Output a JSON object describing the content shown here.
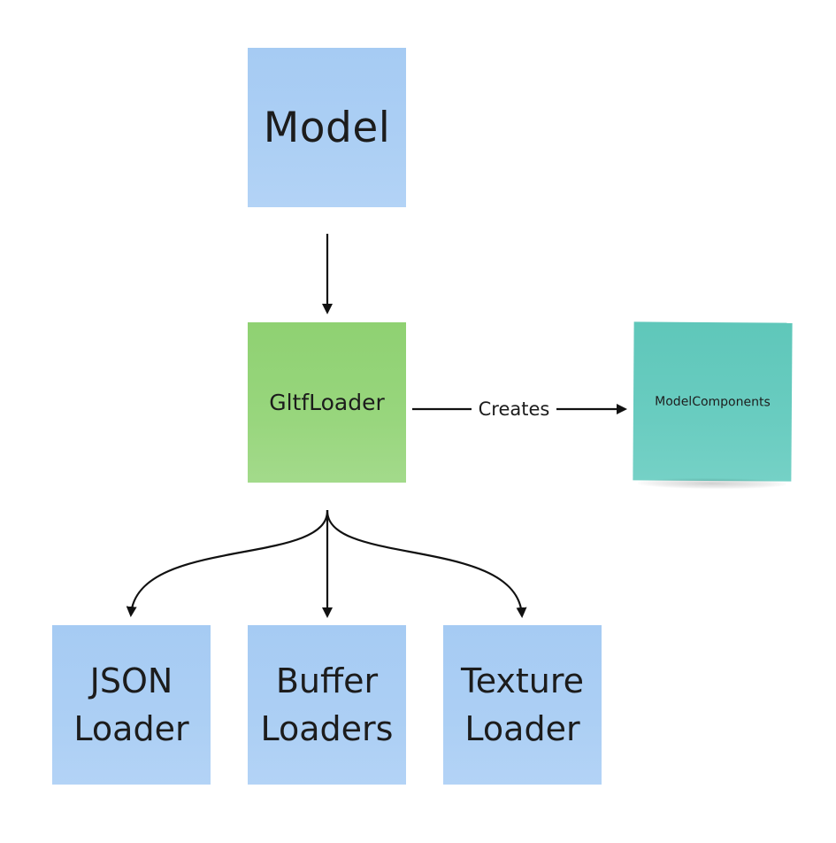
{
  "nodes": {
    "model": {
      "lines": [
        "Model"
      ],
      "color": "#a9cdf4"
    },
    "gltf_loader": {
      "lines": [
        "GltfLoader"
      ],
      "color": "#94d477"
    },
    "model_components": {
      "lines": [
        "ModelComponents"
      ],
      "color": "#65c9bd"
    },
    "json_loader": {
      "lines": [
        "JSON",
        "Loader"
      ],
      "color": "#a9cdf4"
    },
    "buffer_loaders": {
      "lines": [
        "Buffer",
        "Loaders"
      ],
      "color": "#a9cdf4"
    },
    "texture_loader": {
      "lines": [
        "Texture",
        "Loader"
      ],
      "color": "#a9cdf4"
    }
  },
  "edges": [
    {
      "from": "model",
      "to": "gltf_loader",
      "label": ""
    },
    {
      "from": "gltf_loader",
      "to": "model_components",
      "label": "Creates"
    },
    {
      "from": "gltf_loader",
      "to": "json_loader",
      "label": ""
    },
    {
      "from": "gltf_loader",
      "to": "buffer_loaders",
      "label": ""
    },
    {
      "from": "gltf_loader",
      "to": "texture_loader",
      "label": ""
    }
  ],
  "colors": {
    "arrow": "#111111",
    "background": "#ffffff"
  }
}
